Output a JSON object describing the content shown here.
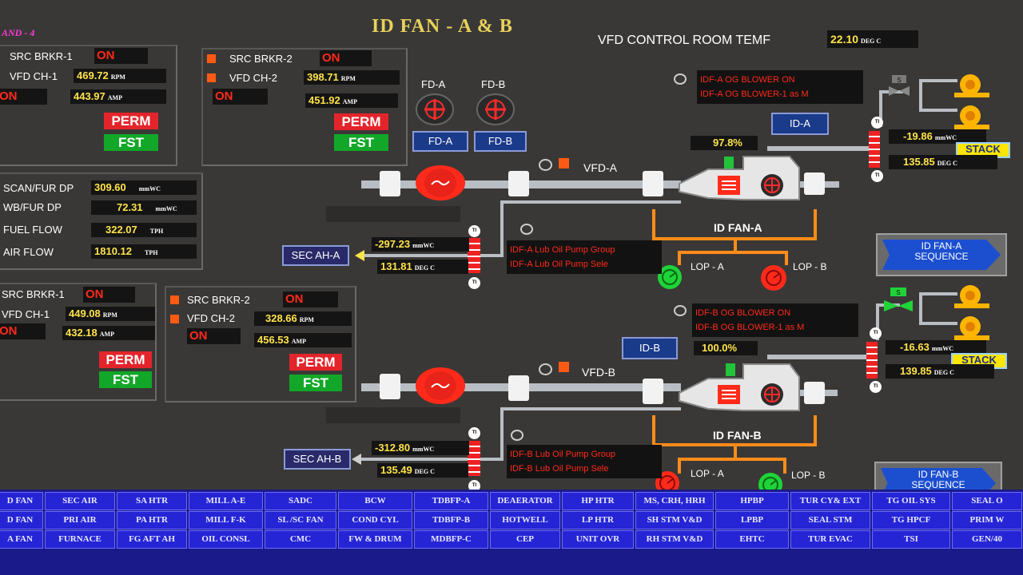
{
  "header": {
    "unit_tag": "AND - 4",
    "title": "ID FAN - A & B",
    "room_temp_label": "VFD CONTROL ROOM TEMF",
    "room_temp_value": "22.10",
    "room_temp_unit": "DEG C"
  },
  "units": {
    "rpm": "RPM",
    "amp": "AMP",
    "mmwc": "mmWC",
    "tph": "TPH",
    "degc": "DEG C"
  },
  "panel_a1": {
    "src_label": "SRC BRKR-1",
    "src_state": "ON",
    "vfd_label": "VFD CH-1",
    "rpm": "469.72",
    "state": "ON",
    "amp": "443.97",
    "perm": "PERM",
    "fst": "FST"
  },
  "panel_a2": {
    "src_label": "SRC BRKR-2",
    "src_state": "ON",
    "vfd_label": "VFD CH-2",
    "rpm": "398.71",
    "state": "ON",
    "amp": "451.92",
    "perm": "PERM",
    "fst": "FST"
  },
  "panel_b1": {
    "src_label": "SRC BRKR-1",
    "src_state": "ON",
    "vfd_label": "VFD CH-1",
    "rpm": "449.08",
    "state": "ON",
    "amp": "432.18",
    "perm": "PERM",
    "fst": "FST"
  },
  "panel_b2": {
    "src_label": "SRC BRKR-2",
    "src_state": "ON",
    "vfd_label": "VFD CH-2",
    "rpm": "328.66",
    "state": "ON",
    "amp": "456.53",
    "perm": "PERM",
    "fst": "FST"
  },
  "process": [
    {
      "label": "SCAN/FUR DP",
      "value": "309.60",
      "unit": "mmWC"
    },
    {
      "label": "WB/FUR DP",
      "value": "72.31",
      "unit": "mmWC"
    },
    {
      "label": "FUEL FLOW",
      "value": "322.07",
      "unit": "TPH"
    },
    {
      "label": "AIR FLOW",
      "value": "1810.12",
      "unit": "TPH"
    }
  ],
  "fd": {
    "fd_a_label": "FD-A",
    "fd_b_label": "FD-B",
    "fd_a_btn": "FD-A",
    "fd_b_btn": "FD-B"
  },
  "fan_a": {
    "vfd_label": "VFD-A",
    "name": "ID FAN-A",
    "idbtn": "ID-A",
    "percent": "97.8%",
    "og1": "IDF-A OG BLOWER ON",
    "og2": "IDF-A OG BLOWER-1 as M",
    "stack_pressure": "-19.86",
    "stack_temp": "135.85",
    "stack": "STACK",
    "inlet_pressure": "-297.23",
    "inlet_temp": "131.81",
    "lub1": "IDF-A Lub Oil Pump Group",
    "lub2": "IDF-A Lub Oil Pump Sele",
    "lop_a": "LOP - A",
    "lop_b": "LOP - B",
    "sec_ah": "SEC AH-A",
    "seq_line1": "ID FAN-A",
    "seq_line2": "SEQUENCE"
  },
  "fan_b": {
    "vfd_label": "VFD-B",
    "name": "ID FAN-B",
    "idbtn": "ID-B",
    "percent": "100.0%",
    "og1": "IDF-B OG BLOWER ON",
    "og2": "IDF-B OG BLOWER-1 as M",
    "stack_pressure": "-16.63",
    "stack_temp": "139.85",
    "stack": "STACK",
    "inlet_pressure": "-312.80",
    "inlet_temp": "135.49",
    "lub1": "IDF-B Lub Oil Pump Group",
    "lub2": "IDF-B Lub Oil Pump Sele",
    "lop_a": "LOP - A",
    "lop_b": "LOP - B",
    "sec_ah": "SEC AH-B",
    "seq_line1": "ID FAN-B",
    "seq_line2": "SEQUENCE"
  },
  "ti_label": "TI",
  "valve_label": "S",
  "nav": {
    "rows": [
      [
        "D FAN",
        "SEC AIR",
        "SA HTR",
        "MILL A-E",
        "SADC",
        "BCW",
        "TDBFP-A",
        "DEAERATOR",
        "HP HTR",
        "MS, CRH, HRH",
        "HPBP",
        "TUR CY& EXT",
        "TG OIL SYS",
        "SEAL O"
      ],
      [
        "D FAN",
        "PRI AIR",
        "PA HTR",
        "MILL F-K",
        "SL /SC FAN",
        "COND CYL",
        "TDBFP-B",
        "HOTWELL",
        "LP HTR",
        "SH STM V&D",
        "LPBP",
        "SEAL STM",
        "TG HPCF",
        "PRIM W"
      ],
      [
        "A FAN",
        "FURNACE",
        "FG AFT AH",
        "OIL CONSL",
        "CMC",
        "FW & DRUM",
        "MDBFP-C",
        "CEP",
        "UNIT OVR",
        "RH STM V&D",
        "EHTC",
        "TUR EVAC",
        "TSI",
        "GEN/40"
      ]
    ]
  },
  "colors": {
    "background": "#3a3836",
    "alarm_red": "#ff2a1a",
    "value_yellow": "#ffe34a",
    "nav_blue": "#2525d6",
    "run_green": "#12a728"
  }
}
